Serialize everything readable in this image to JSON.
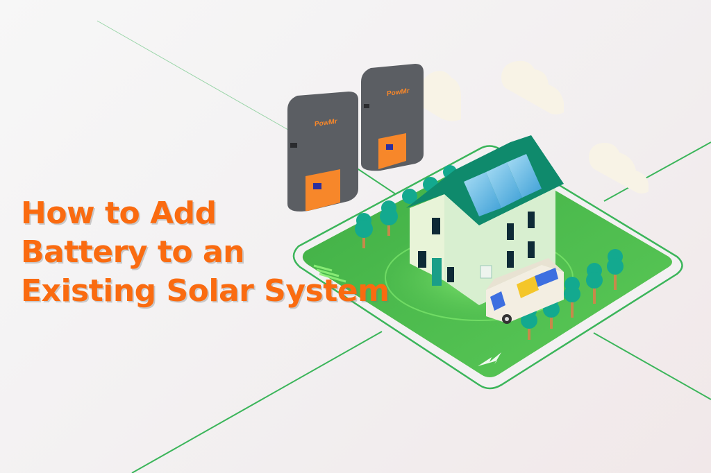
{
  "headline": {
    "line1": "How to Add",
    "line2": "Battery to an",
    "line3": "Existing Solar System"
  },
  "batteries": [
    {
      "brand": "PowMr"
    },
    {
      "brand": "PowMr"
    }
  ],
  "icons": {
    "lightning": "lightning-bolt-icon"
  },
  "colors": {
    "headline": "#fa6b10",
    "battery_body": "#5b5e63",
    "battery_accent": "#f7872a",
    "lawn": "#4cb84a",
    "roof": "#0f8a6c",
    "line": "#3bb55a",
    "background": "#f4f1f2"
  }
}
